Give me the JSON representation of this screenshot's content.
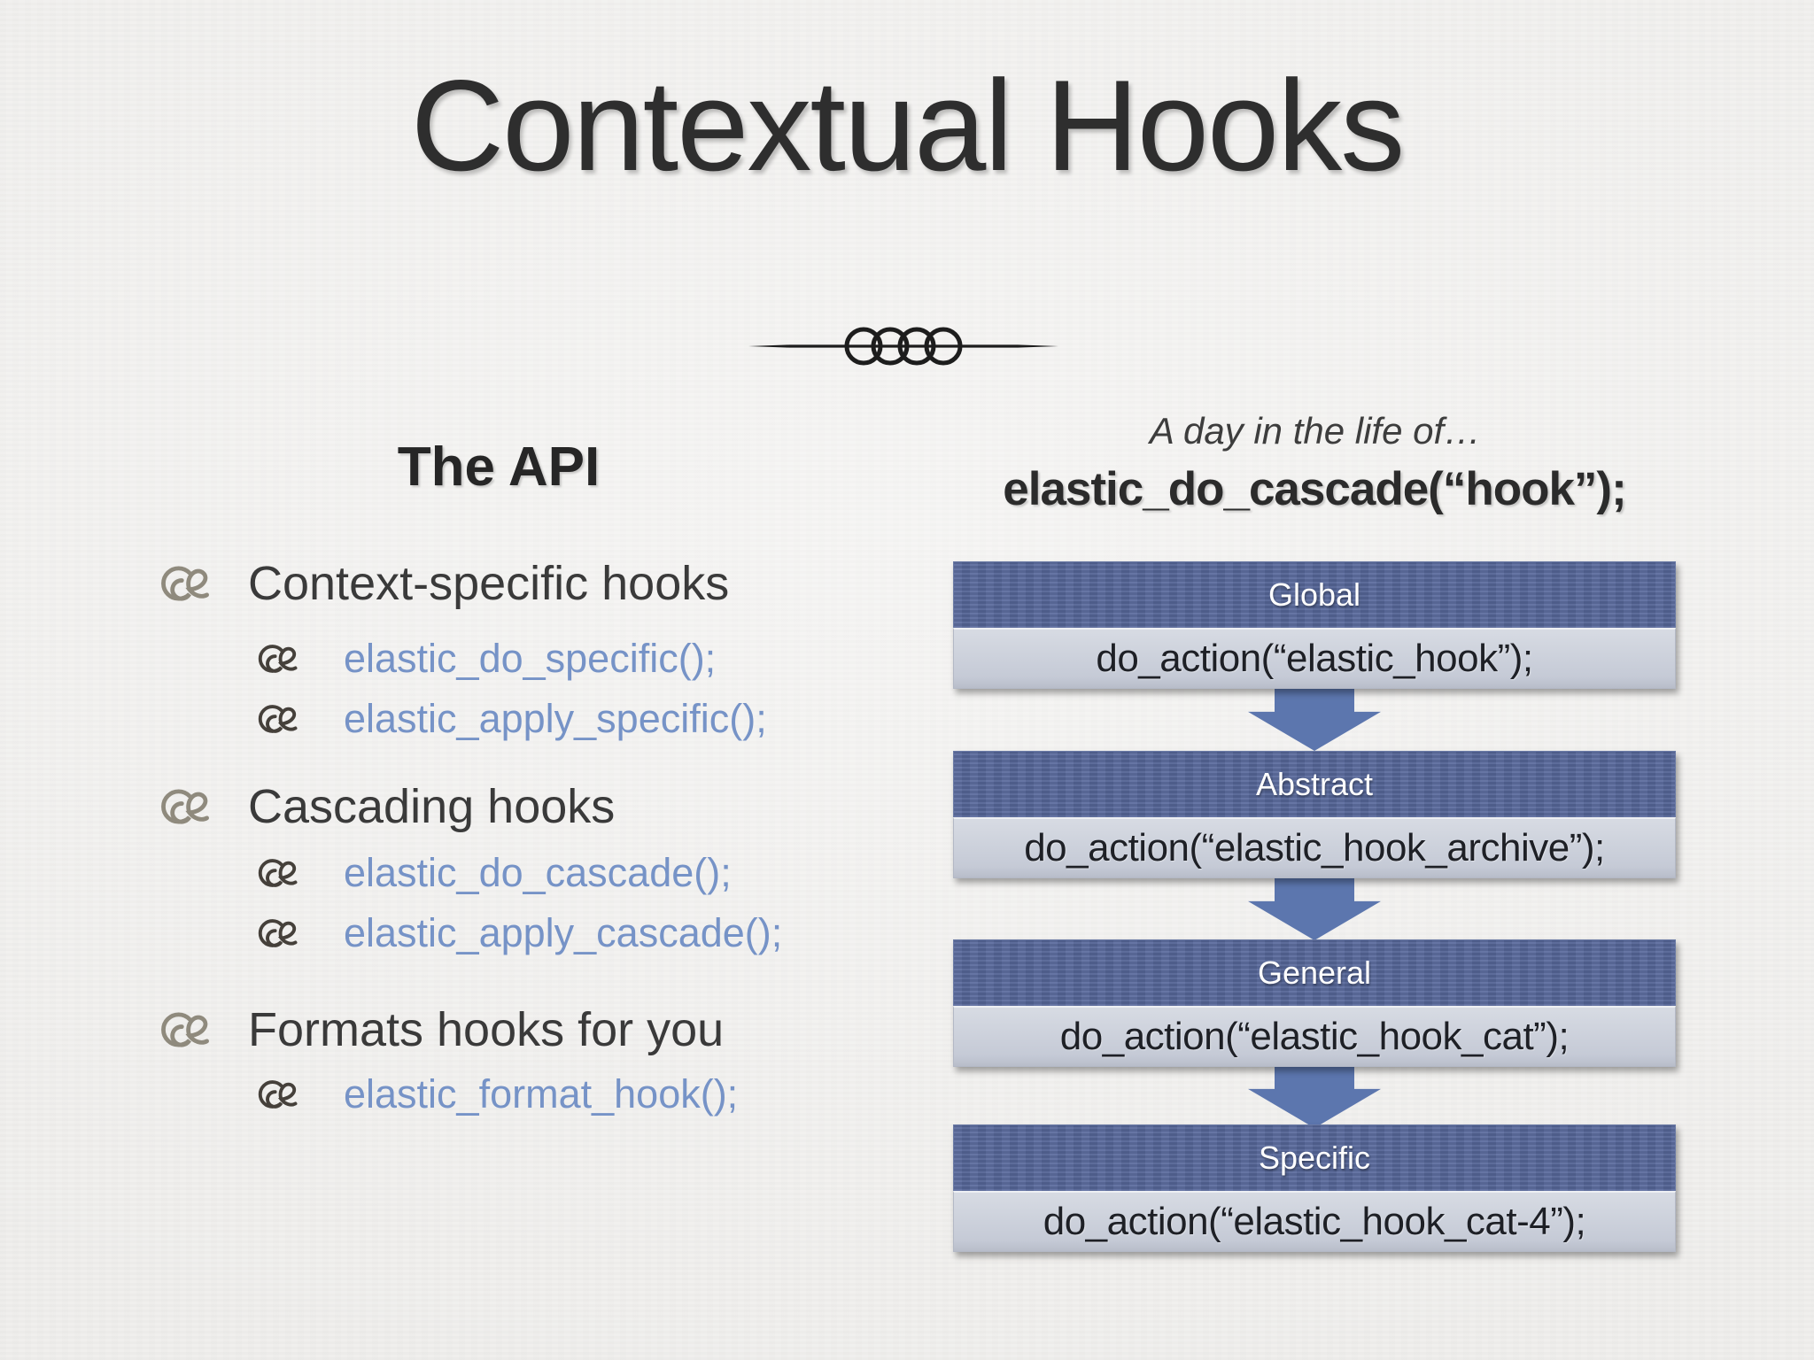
{
  "title": "Contextual Hooks",
  "left": {
    "heading": "The API",
    "items": [
      {
        "label": "Context-specific hooks",
        "subitems": [
          "elastic_do_specific();",
          "elastic_apply_specific();"
        ]
      },
      {
        "label": "Cascading hooks",
        "subitems": [
          "elastic_do_cascade();",
          "elastic_apply_cascade();"
        ]
      },
      {
        "label": "Formats hooks for you",
        "subitems": [
          "elastic_format_hook();"
        ]
      }
    ]
  },
  "right": {
    "caption": "A day in the life of…",
    "code_line": "elastic_do_cascade(“hook”);",
    "flow": [
      {
        "level": "Global",
        "code": "do_action(“elastic_hook”);"
      },
      {
        "level": "Abstract",
        "code": "do_action(“elastic_hook_archive”);"
      },
      {
        "level": "General",
        "code": "do_action(“elastic_hook_cat”);"
      },
      {
        "level": "Specific",
        "code": "do_action(“elastic_hook_cat-4”);"
      }
    ]
  },
  "colors": {
    "background": "#f0efed",
    "title_text": "#2e2e2e",
    "body_text": "#3a3a3a",
    "code_blue_text": "#7693c7",
    "box_header_blue": "#57689b",
    "box_body_gray": "#c9ced9",
    "arrow_blue": "#5c76ae",
    "bullet_lv1": "#8f8a7d",
    "bullet_lv2": "#45403a"
  }
}
